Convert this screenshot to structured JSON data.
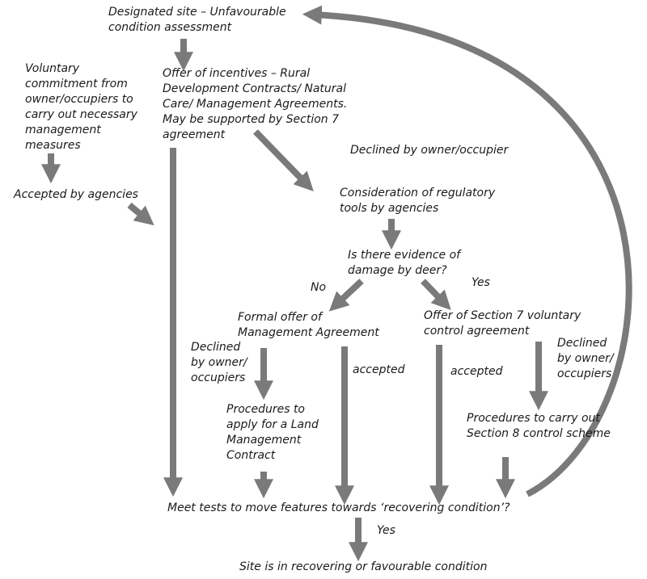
{
  "diagram": {
    "arrow_color": "#7a7a7a",
    "text_color": "#1a1a1a",
    "nodes": {
      "designated_site": "Designated site – Unfavourable\ncondition assessment",
      "voluntary_commitment": "Voluntary\ncommitment from\nowner/occupiers to\ncarry out necessary\nmanagement\nmeasures",
      "offer_incentives": "Offer of incentives – Rural\nDevelopment Contracts/ Natural\nCare/ Management Agreements.\nMay be supported by Section 7\nagreement",
      "accepted_by_agencies": "Accepted by agencies",
      "declined_owner_occupier": "Declined by owner/occupier",
      "regulatory_tools": "Consideration of regulatory\ntools by agencies",
      "deer_question": "Is there evidence of\ndamage by deer?",
      "no_label": "No",
      "yes_label": "Yes",
      "formal_offer": "Formal offer of\nManagement Agreement",
      "section7_offer": "Offer of Section 7 voluntary\ncontrol agreement",
      "declined_left": "Declined\nby owner/\noccupiers",
      "accepted_left": "accepted",
      "accepted_right": "accepted",
      "declined_right": "Declined\nby owner/\noccupiers",
      "land_mgmt_procedures": "Procedures to\napply for  a Land\nManagement\nContract",
      "section8_procedures": "Procedures to carry out\nSection 8 control scheme",
      "meet_tests": "Meet tests to move features towards ‘recovering condition’?",
      "final_yes": "Yes",
      "final_status": "Site is in recovering or favourable condition"
    }
  }
}
